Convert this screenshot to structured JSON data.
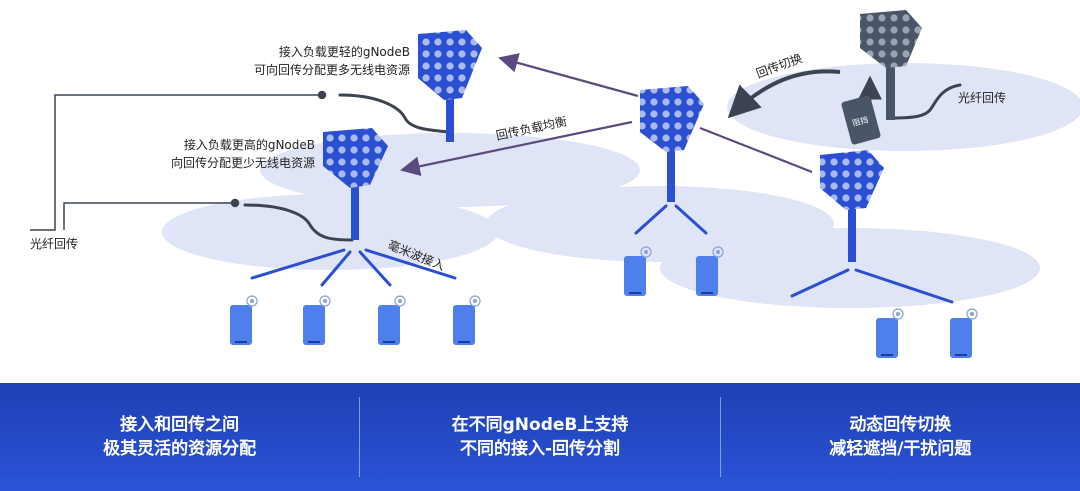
{
  "labels": {
    "top_node_line1": "接入负载更轻的gNodeB",
    "top_node_line2": "可向回传分配更多无线电资源",
    "mid_node_line1": "接入负载更高的gNodeB",
    "mid_node_line2": "向回传分配更少无线电资源",
    "fiber_left": "光纤回传",
    "fiber_right": "光纤回传",
    "backhaul_balance": "回传负载均衡",
    "backhaul_switch": "回传切换",
    "obstacle": "阻挡",
    "mmwave_access": "毫米波接入"
  },
  "footer": {
    "col1_line1": "接入和回传之间",
    "col1_line2": "极其灵活的资源分配",
    "col2_line1": "在不同gNodeB上支持",
    "col2_line2": "不同的接入-回传分割",
    "col3_line1": "动态回传切换",
    "col3_line2": "减轻遮挡/干扰问题"
  },
  "colors": {
    "antenna_blue": "#2a4fd0",
    "antenna_dark": "#4a5568",
    "coverage": "#dfe5f6",
    "arrow": "#5b4a7e",
    "footer_bg": "#2347c4"
  }
}
